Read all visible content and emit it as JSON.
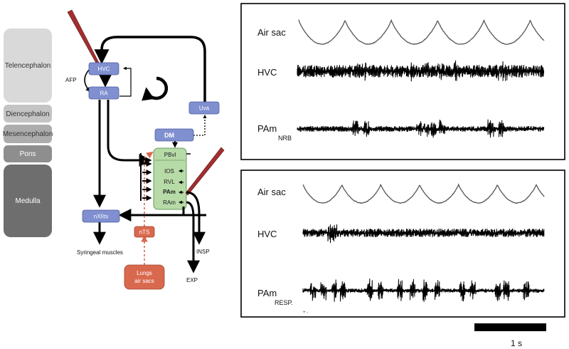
{
  "brain_regions": [
    {
      "key": "telencephalon",
      "label": "Telencephalon",
      "color": "#d9d9d9"
    },
    {
      "key": "diencephalon",
      "label": "Diencephalon",
      "color": "#c4c4c4"
    },
    {
      "key": "mesencephalon",
      "label": "Mesencephalon",
      "color": "#acacac"
    },
    {
      "key": "pons",
      "label": "Pons",
      "color": "#8e8e8e"
    },
    {
      "key": "medulla",
      "label": "Medulla",
      "color": "#6e6e6e"
    }
  ],
  "nodes": {
    "hvc": "HVC",
    "ra": "RA",
    "uva": "Uva",
    "dm": "DM",
    "pbvl": "PBvl",
    "ios": "IOS",
    "rvl": "RVL",
    "pam": "PAm",
    "ram": "RAm",
    "nxiits": "nXIIts",
    "nts": "nTS",
    "lungs_line1": "Lungs",
    "lungs_line2": "air sacs"
  },
  "labels": {
    "afp": "AFP",
    "syringeal": "Syringeal muscles",
    "insp": "INSP",
    "exp": "EXP"
  },
  "panels": [
    {
      "key": "top",
      "traces": [
        {
          "label": "Air sac",
          "sub": ""
        },
        {
          "label": "HVC",
          "sub": ""
        },
        {
          "label": "PAm",
          "sub": "NRB"
        }
      ]
    },
    {
      "key": "bottom",
      "traces": [
        {
          "label": "Air sac",
          "sub": ""
        },
        {
          "label": "HVC",
          "sub": ""
        },
        {
          "label": "PAm",
          "sub": "RESP."
        }
      ]
    }
  ],
  "scale_bar": {
    "label": "1 s"
  },
  "colors": {
    "node_blue": "#7f8fcf",
    "node_green": "#9ccf8a",
    "green_box": "#b7dba7",
    "node_orange": "#d9694e",
    "electrode": "#a32e2e",
    "sensory_arrow": "#d9694e"
  }
}
